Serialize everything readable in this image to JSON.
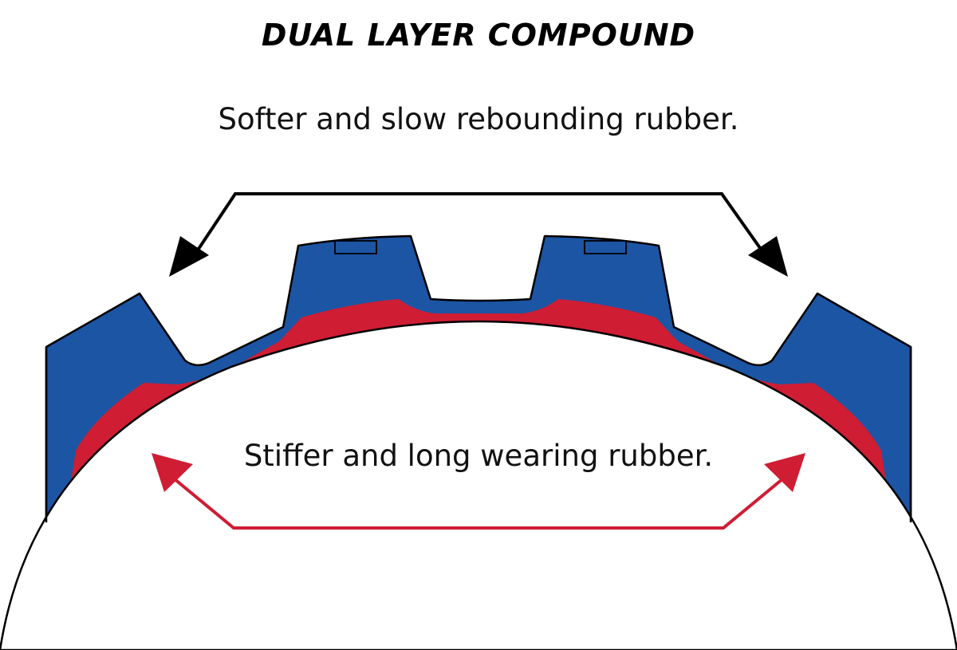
{
  "title": "DUAL LAYER COMPOUND",
  "labels": {
    "outer_layer": "Softer and slow rebounding rubber.",
    "inner_layer": "Stiffer and long wearing rubber."
  },
  "colors": {
    "outer_layer": "#1c55a3",
    "inner_layer": "#cf1d34",
    "outer_arrow": "#000000",
    "inner_arrow": "#cf1d34",
    "background": "#ffffff"
  }
}
